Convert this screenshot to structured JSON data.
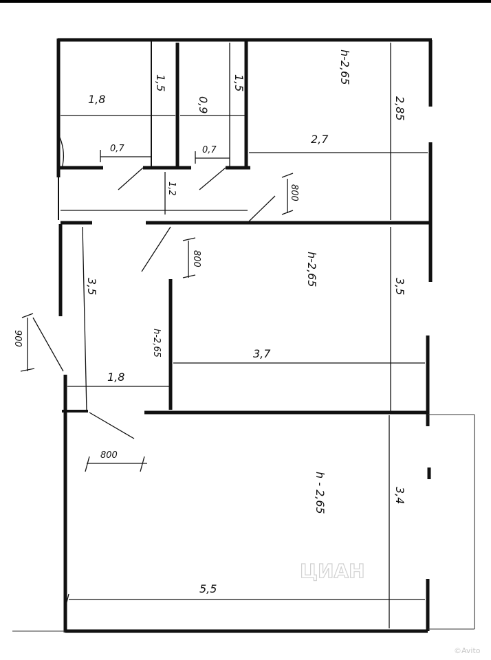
{
  "plan": {
    "labels": {
      "d_1_8_top": "1,8",
      "d_1_5_left": "1,5",
      "d_0_9": "0,9",
      "d_1_5_right": "1,5",
      "d_0_7_left": "0,7",
      "d_0_7_right": "0,7",
      "h_top_room": "h-2,65",
      "d_2_85": "2,85",
      "d_2_7": "2,7",
      "d_1_2": "1,2",
      "door_800_a": "800",
      "door_800_b": "800",
      "d_3_5_left": "3,5",
      "h_middle_room": "h-2,65",
      "d_3_5_right": "3,5",
      "h_corridor": "h-2,65",
      "d_3_7": "3,7",
      "door_900": "900",
      "d_1_8_bottom": "1,8",
      "door_800_c": "800",
      "h_bottom_room": "h - 2,65",
      "d_3_4": "3,4",
      "d_5_5": "5,5"
    },
    "watermark": "ЦИАН",
    "source_mark": "©Avito"
  }
}
